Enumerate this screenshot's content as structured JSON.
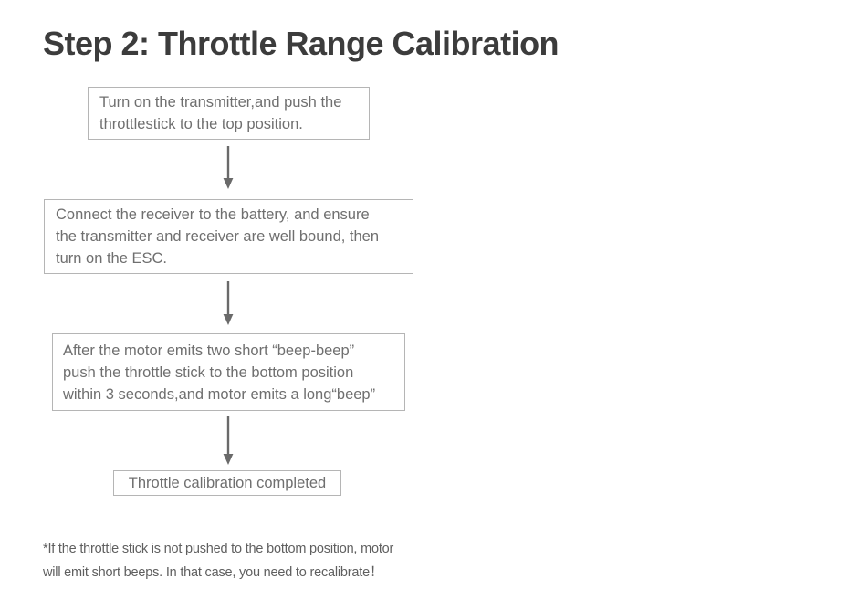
{
  "title": "Step 2: Throttle Range Calibration",
  "colors": {
    "background": "#ffffff",
    "title_text": "#3c3c3c",
    "box_text": "#6f6f6f",
    "box_border": "#b5b5b5",
    "arrow": "#6a6a6a",
    "footnote_text": "#5f5f5f"
  },
  "flowchart": {
    "connector_icon": "down-arrow-icon",
    "steps": [
      {
        "text": "Turn on the transmitter,and push the\nthrottlestick to the top position."
      },
      {
        "text": "Connect the receiver to the battery, and ensure\nthe transmitter and receiver are well bound, then\nturn on the ESC."
      },
      {
        "text": "After the motor emits two short “beep-beep”\npush the throttle stick to the bottom position\nwithin 3 seconds,and motor emits a long“beep”"
      },
      {
        "text": "Throttle calibration completed"
      }
    ]
  },
  "footnote": "*If the throttle stick is not pushed to the bottom position, motor\nwill emit short beeps. In that case, you need to recalibrate！"
}
